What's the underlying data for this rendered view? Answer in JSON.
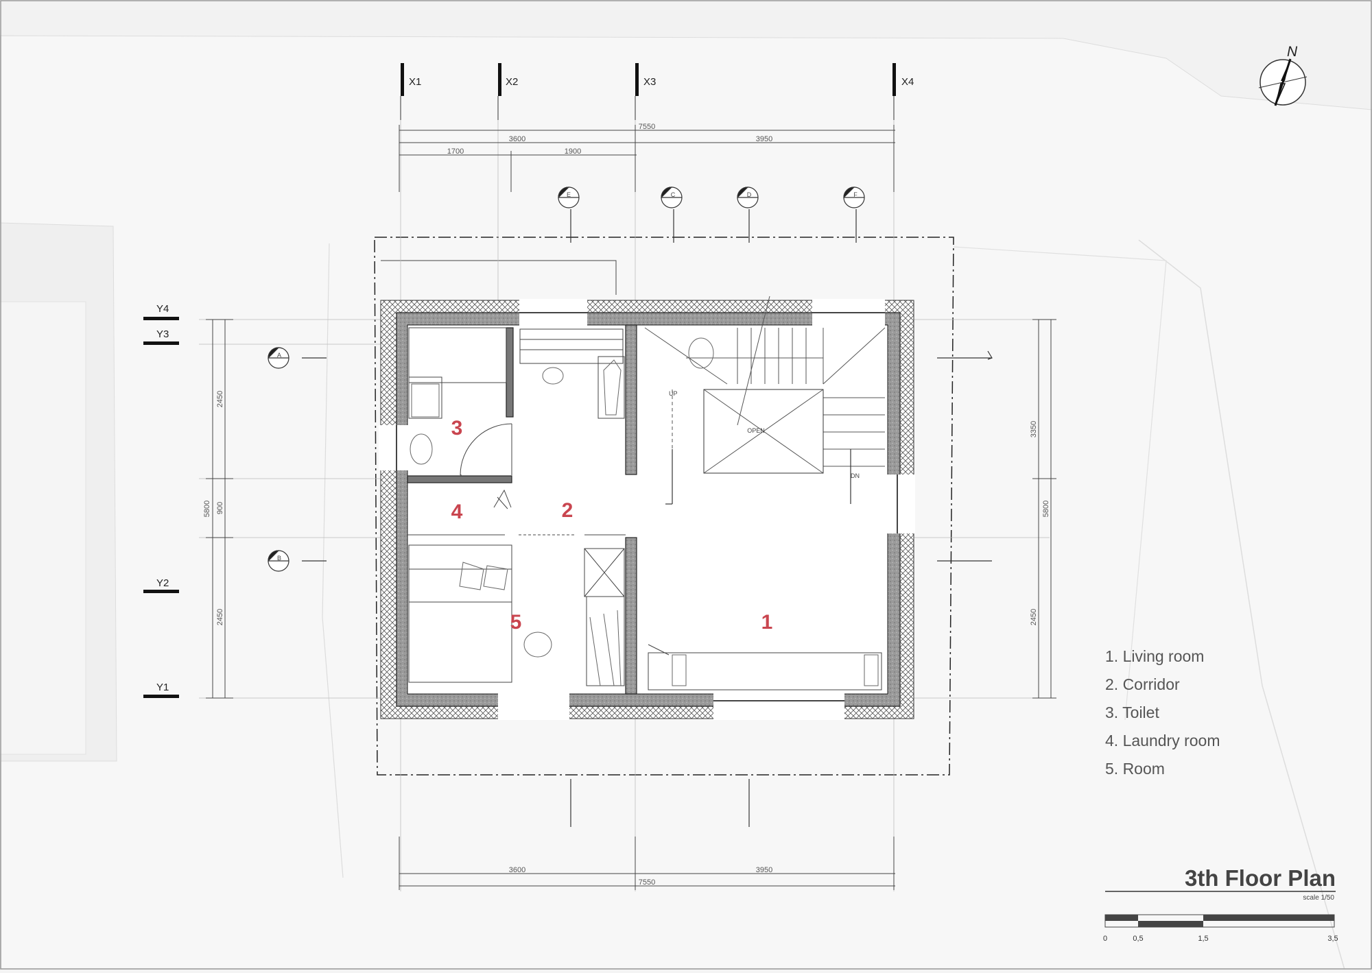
{
  "title": "3th Floor Plan",
  "scale": "scale 1/50",
  "north": "N",
  "legend": [
    "1. Living room",
    "2. Corridor",
    "3. Toilet",
    "4. Laundry room",
    "5. Room"
  ],
  "room_numbers": [
    "1",
    "2",
    "3",
    "4",
    "5"
  ],
  "grid_x": [
    "X1",
    "X2",
    "X3",
    "X4"
  ],
  "grid_y": [
    "Y4",
    "Y3",
    "Y2",
    "Y1"
  ],
  "section_marks": [
    "A",
    "B",
    "C",
    "D",
    "E",
    "F"
  ],
  "dimensions": {
    "top_total": "7550",
    "top_left": "3600",
    "top_right": "3950",
    "top_sub_a": "1700",
    "top_sub_b": "1900",
    "left_total": "5800",
    "left_top": "2450",
    "left_mid": "900",
    "left_bottom": "2450",
    "right_total": "5800",
    "right_top": "3350",
    "right_bottom": "2450",
    "bottom_left": "3600",
    "bottom_right": "3950",
    "bottom_total": "7550"
  },
  "labels": {
    "up": "UP",
    "dn": "DN",
    "open": "OPEN"
  },
  "scale_bar": [
    "0",
    "0,5",
    "1,5",
    "3,5"
  ]
}
